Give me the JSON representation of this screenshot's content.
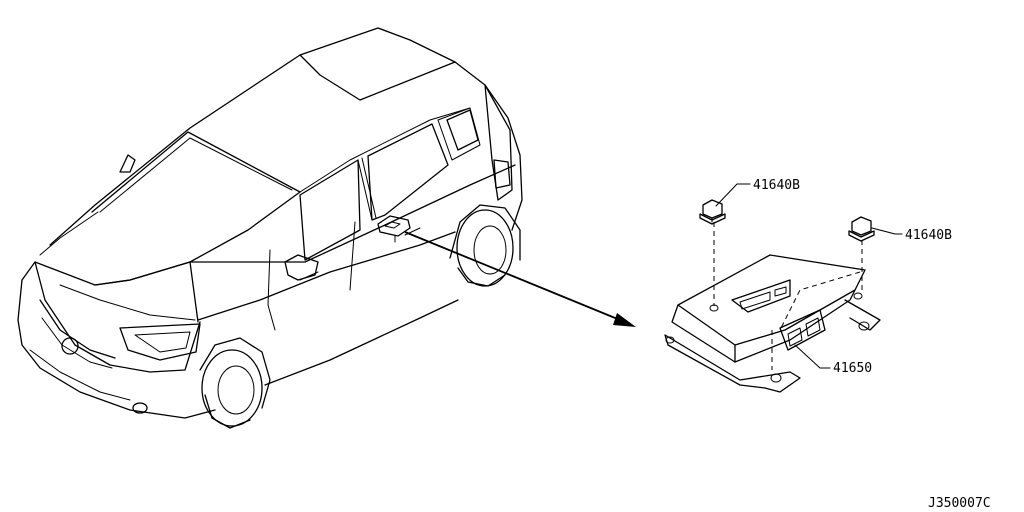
{
  "diagram": {
    "callouts": [
      {
        "id": "nut-left",
        "text": "41640B"
      },
      {
        "id": "nut-right",
        "text": "41640B"
      },
      {
        "id": "control-unit",
        "text": "41650"
      }
    ],
    "figure_code": "J350007C"
  }
}
